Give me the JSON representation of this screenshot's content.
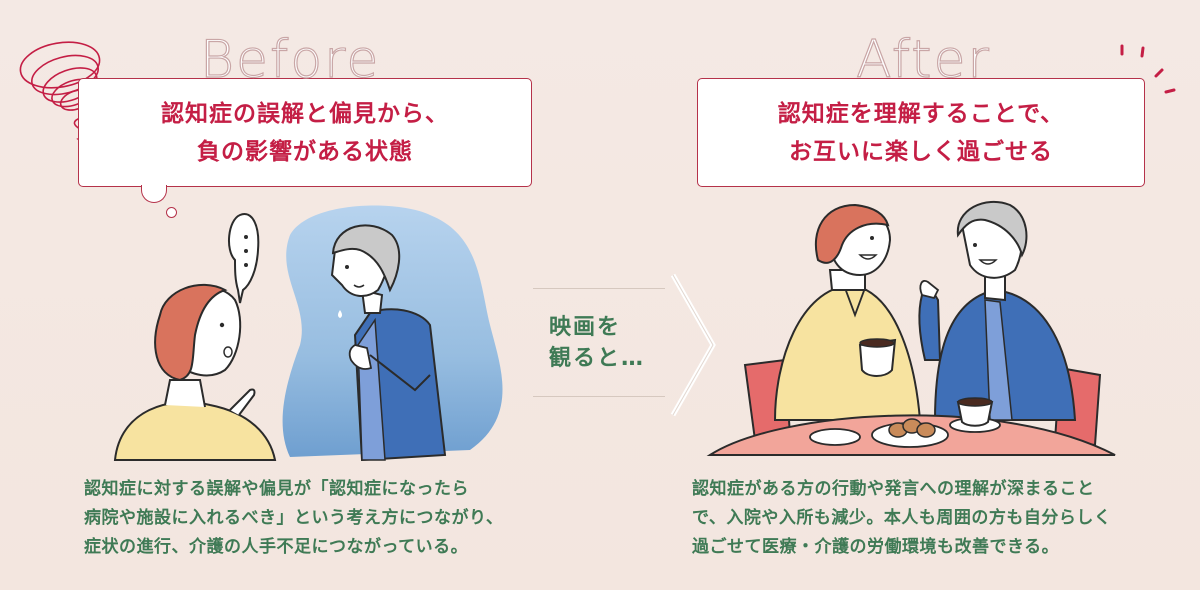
{
  "before": {
    "label": "Before",
    "headline": [
      "認知症の誤解と偏見から、",
      "負の影響がある状態"
    ],
    "description": [
      "認知症に対する誤解や偏見が「認知症になったら",
      "病院や施設に入れるべき」という考え方につながり、",
      "症状の進行、介護の人手不足につながっている。"
    ],
    "speech_bubble": "…"
  },
  "transition": {
    "text": [
      "映画を",
      "観ると…"
    ]
  },
  "after": {
    "label": "After",
    "headline": [
      "認知症を理解することで、",
      "お互いに楽しく過ごせる"
    ],
    "description": [
      "認知症がある方の行動や発言への理解が深まること",
      "で、入院や入所も減少。本人も周囲の方も自分らしく",
      "過ごせて医療・介護の労働環境も改善できる。"
    ]
  },
  "colors": {
    "accent_red": "#c41e45",
    "text_green": "#3f7a55",
    "background": "#f4e9e4",
    "blue_blob": "#a9c8e6"
  }
}
